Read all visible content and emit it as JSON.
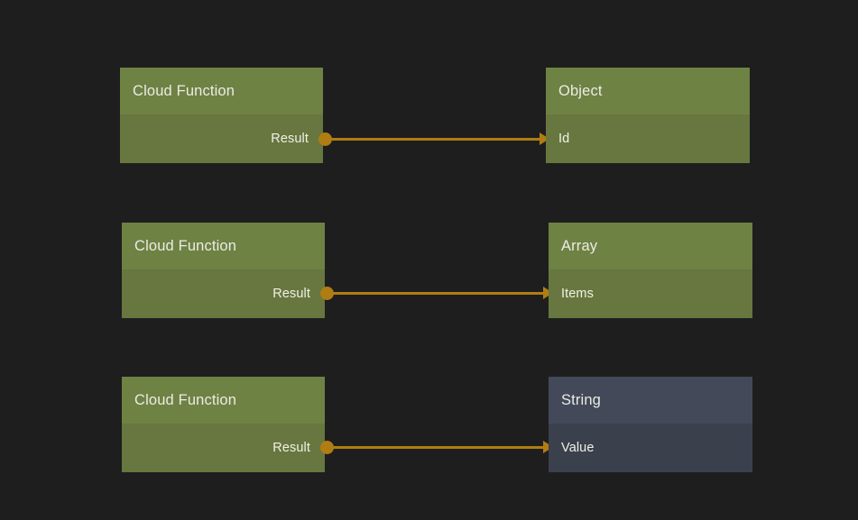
{
  "canvas": {
    "background_color": "#1e1e1e",
    "accent_color": "#b07d12",
    "green_header_color": "#6e8244",
    "green_body_color": "#67773f",
    "slate_header_color": "#434959",
    "slate_body_color": "#3b404d",
    "text_color": "#ebece3"
  },
  "rows": [
    {
      "source": {
        "title": "Cloud Function",
        "port": "Result"
      },
      "target": {
        "title": "Object",
        "port": "Id",
        "style": "green"
      }
    },
    {
      "source": {
        "title": "Cloud Function",
        "port": "Result"
      },
      "target": {
        "title": "Array",
        "port": "Items",
        "style": "green"
      }
    },
    {
      "source": {
        "title": "Cloud Function",
        "port": "Result"
      },
      "target": {
        "title": "String",
        "port": "Value",
        "style": "slate"
      }
    }
  ]
}
